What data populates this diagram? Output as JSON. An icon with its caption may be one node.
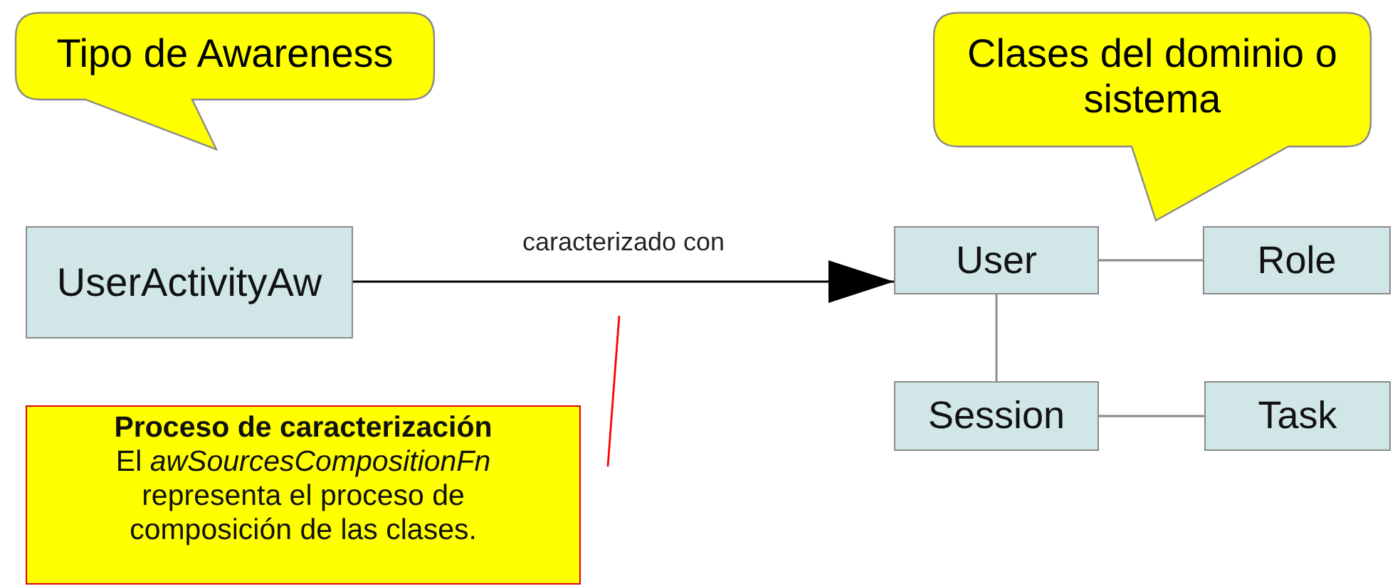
{
  "diagram": {
    "nodes": [
      {
        "text": [
          "Tipo de Awareness"
        ]
      },
      {
        "text": [
          "Clases del dominio o sistema"
        ]
      },
      {
        "text": [
          "UserActivityAw"
        ]
      },
      {
        "text": [
          "User"
        ]
      },
      {
        "text": [
          "Role"
        ]
      },
      {
        "text": [
          "Session"
        ]
      },
      {
        "text": [
          "Task"
        ]
      },
      {
        "text": [
          "Proceso de caracterización",
          "El *awSourcesCompositionFn* representa el proceso de composición de las clases."
        ]
      }
    ],
    "edges": [
      {
        "from": 2,
        "to": 3,
        "arrow": "to",
        "label": "caracterizado con",
        "color": "#000000"
      },
      {
        "from": 3,
        "to": 4,
        "arrow": "none"
      },
      {
        "from": 3,
        "to": 5,
        "arrow": "none"
      },
      {
        "from": 5,
        "to": 6,
        "arrow": "none"
      },
      {
        "from": 7,
        "to": null,
        "arrow": "none",
        "color": "#ff0000"
      }
    ]
  }
}
